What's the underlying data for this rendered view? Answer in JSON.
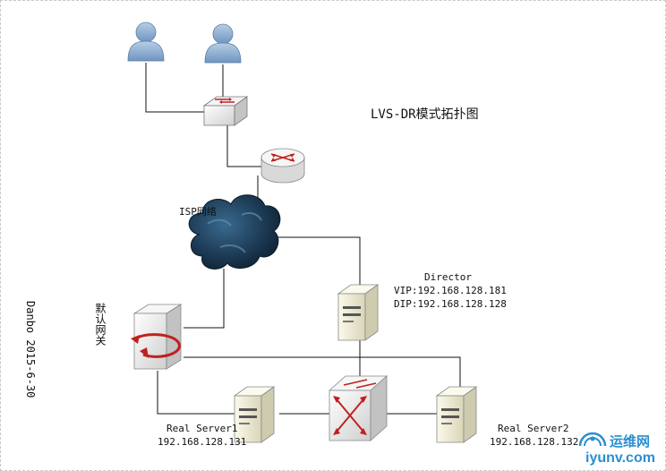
{
  "title": "LVS-DR模式拓扑图",
  "author_date": "Danbo 2015-6-30",
  "nodes": {
    "isp": {
      "label": "ISP网络"
    },
    "gateway": {
      "label": "默认网关"
    },
    "director": {
      "name": "Director",
      "vip": "VIP:192.168.128.181",
      "dip": "DIP:192.168.128.128"
    },
    "real_server1": {
      "name": "Real Server1",
      "ip": "192.168.128.131"
    },
    "real_server2": {
      "name": "Real Server2",
      "ip": "192.168.128.132"
    }
  },
  "icons": {
    "user": "user-icon",
    "switch": "switch-icon",
    "router": "router-icon",
    "cloud": "cloud-icon",
    "server": "server-icon",
    "gateway": "firewall-gateway-icon",
    "core_switch": "layer3-switch-icon"
  },
  "colors": {
    "line": "#111111",
    "user_body": "#8fb1d6",
    "arrow_red": "#c0201e",
    "cloud_dark": "#1d3b55",
    "server_body": "#f4f1dc"
  },
  "watermark": {
    "brand": "运维网",
    "domain": "iyunv.com"
  }
}
